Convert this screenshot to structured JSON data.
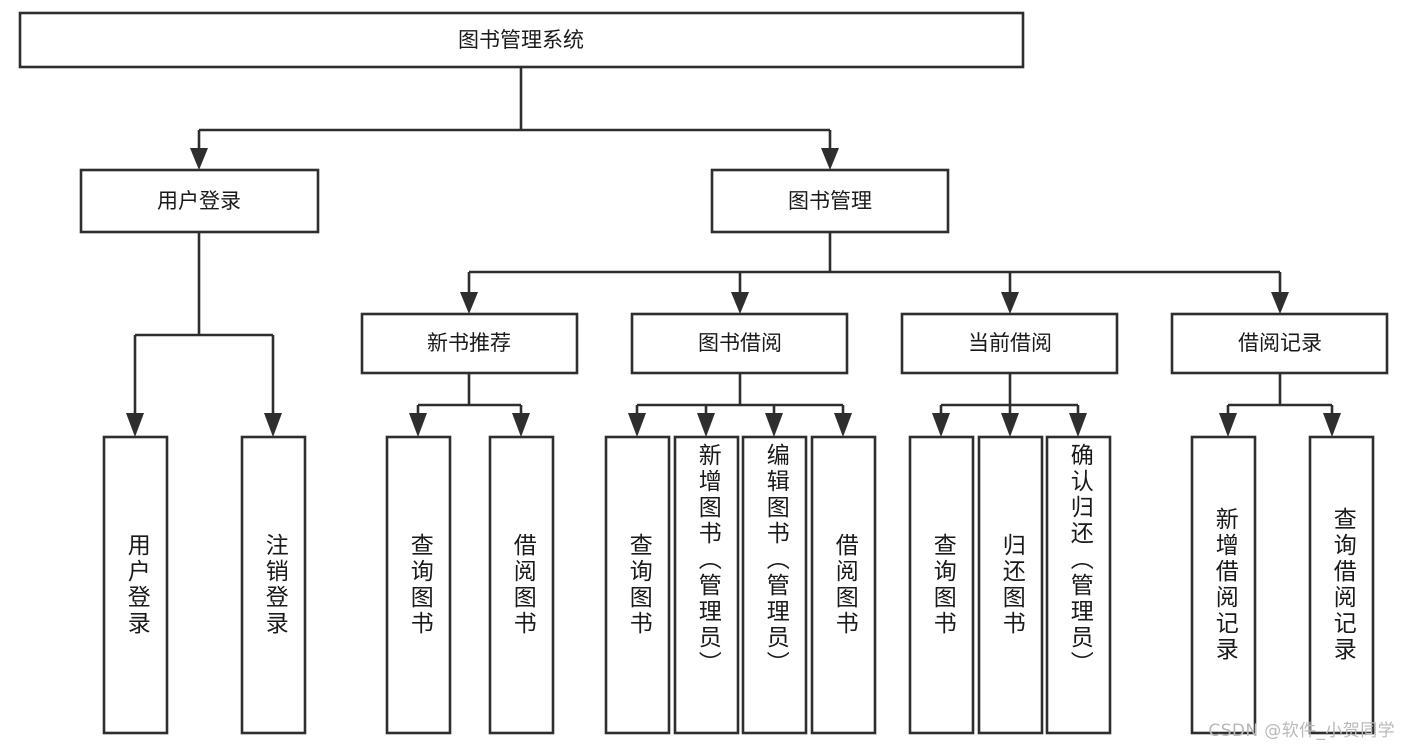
{
  "diagram": {
    "title": "图书管理系统",
    "watermark": "CSDN @软件_小贺同学",
    "accent_color": "#2e2e2e",
    "background_color": "#ffffff",
    "root": {
      "label": "图书管理系统"
    },
    "level2": [
      {
        "label": "用户登录"
      },
      {
        "label": "图书管理"
      }
    ],
    "level3": [
      {
        "label": "新书推荐"
      },
      {
        "label": "图书借阅"
      },
      {
        "label": "当前借阅"
      },
      {
        "label": "借阅记录"
      }
    ],
    "leaves": {
      "user_login": [
        {
          "label": "用户登录"
        },
        {
          "label": "注销登录"
        }
      ],
      "new_book_recommend": [
        {
          "label": "查询图书"
        },
        {
          "label": "借阅图书"
        }
      ],
      "book_borrow": [
        {
          "label": "查询图书"
        },
        {
          "label": "新增图书（管理员）"
        },
        {
          "label": "编辑图书（管理员）"
        },
        {
          "label": "借阅图书"
        }
      ],
      "current_borrow": [
        {
          "label": "查询图书"
        },
        {
          "label": "归还图书"
        },
        {
          "label": "确认归还（管理员）"
        }
      ],
      "borrow_record": [
        {
          "label": "新增借阅记录"
        },
        {
          "label": "查询借阅记录"
        }
      ]
    }
  }
}
